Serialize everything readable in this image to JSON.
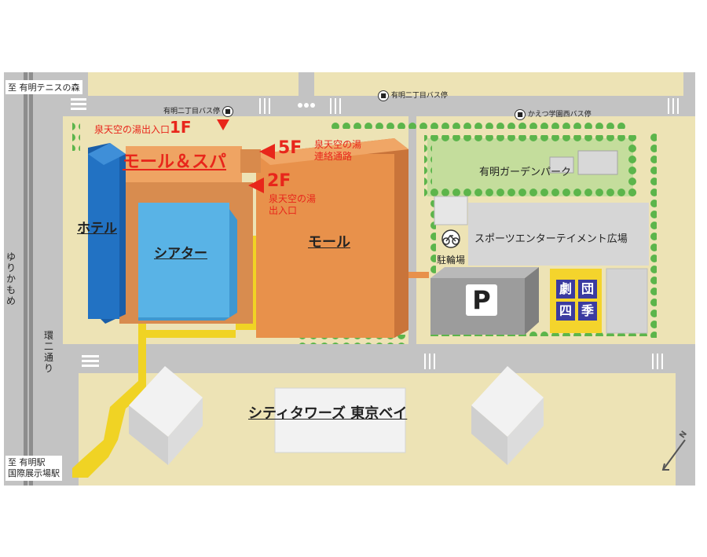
{
  "map": {
    "labels": {
      "tennis_forest": "至 有明テニスの森",
      "station_ariake": "至 有明駅",
      "station_kokusai": "国際展示場駅",
      "yurikamome": "ゆりかもめ",
      "kanni_dori": "環二通り",
      "hotel": "ホテル",
      "theater": "シアター",
      "mall": "モール",
      "mall_spa": "モール＆スパ",
      "city_towers": "シティタワーズ 東京ベイ",
      "garden_park": "有明ガーデンパーク",
      "sports_plaza": "スポーツエンターテイメント広場",
      "bicycle_parking": "駐輪場",
      "parking": "P",
      "shiki_1": "劇",
      "shiki_2": "団",
      "shiki_3": "四",
      "shiki_4": "季"
    },
    "bus_stops": [
      {
        "label": "有明二丁目バス停"
      },
      {
        "label": "有明二丁目バス停"
      },
      {
        "label": "かえつ学園西バス停"
      }
    ],
    "entrances": {
      "f1": {
        "floor": "1F",
        "text": "泉天空の湯出入口"
      },
      "f5": {
        "floor": "5F",
        "line1": "泉天空の湯",
        "line2": "連絡通路"
      },
      "f2": {
        "floor": "2F",
        "line1": "泉天空の湯",
        "line2": "出入口"
      }
    },
    "north_mark": "N",
    "colors": {
      "background": "#c9c9c9",
      "ground": "#ede3b5",
      "road": "#a9a9a9",
      "mall": "#e8914b",
      "hotel": "#2272c3",
      "theater": "#59b3e6",
      "path": "#f0d324",
      "park": "#c4dd9c",
      "tree": "#5cb54b",
      "entrance": "#e8261b",
      "shiki": "#f4d42c"
    }
  }
}
